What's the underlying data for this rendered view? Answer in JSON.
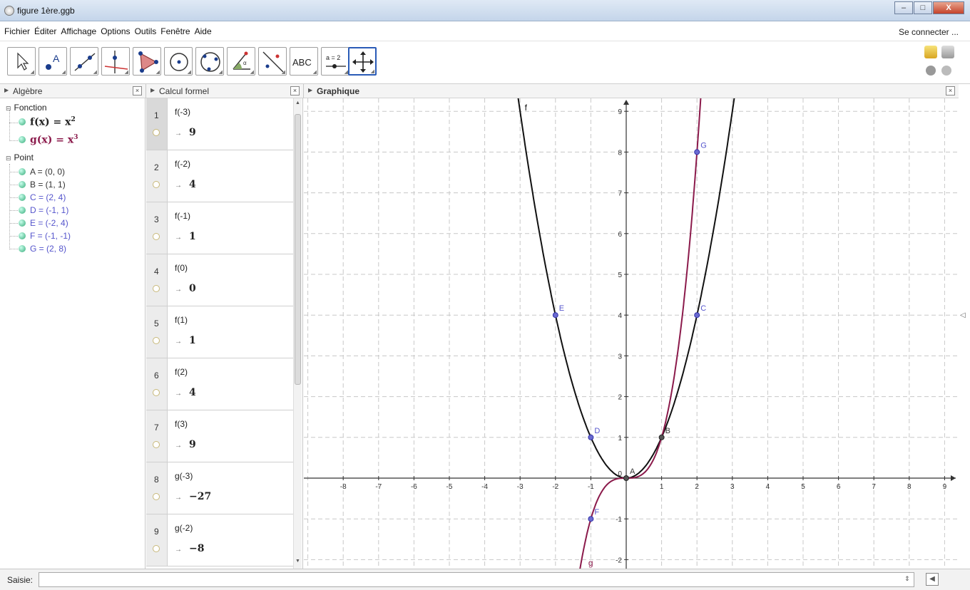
{
  "window": {
    "title": "figure 1ère.ggb",
    "ctl_min": "–",
    "ctl_max": "□",
    "ctl_close": "X"
  },
  "menu": {
    "items": [
      "Fichier",
      "Éditer",
      "Affichage",
      "Options",
      "Outils",
      "Fenêtre",
      "Aide"
    ],
    "connect": "Se connecter ..."
  },
  "toolbar": {
    "tools": [
      "move-tool",
      "point-tool",
      "line-tool",
      "perpendicular-tool",
      "polygon-tool",
      "circle-tool",
      "conic-tool",
      "angle-tool",
      "reflect-tool",
      "text-tool",
      "slider-tool",
      "move-view-tool"
    ],
    "text_label": "ABC",
    "slider_label": "a = 2"
  },
  "panels": {
    "algebra": "Algèbre",
    "cas": "Calcul formel",
    "graphics": "Graphique"
  },
  "algebra": {
    "function_group": "Fonction",
    "point_group": "Point",
    "functions": [
      {
        "name": "f(x)",
        "base": "x",
        "exp": "2",
        "color": "#222222"
      },
      {
        "name": "g(x)",
        "base": "x",
        "exp": "3",
        "color": "#8b1a4b"
      }
    ],
    "points": [
      {
        "label": "A = (0, 0)",
        "color": "#333333"
      },
      {
        "label": "B = (1, 1)",
        "color": "#333333"
      },
      {
        "label": "C = (2, 4)",
        "color": "#5555cc"
      },
      {
        "label": "D = (-1, 1)",
        "color": "#5555cc"
      },
      {
        "label": "E = (-2, 4)",
        "color": "#5555cc"
      },
      {
        "label": "F = (-1, -1)",
        "color": "#5555cc"
      },
      {
        "label": "G = (2, 8)",
        "color": "#5555cc"
      }
    ]
  },
  "cas": {
    "rows": [
      {
        "n": "1",
        "input": "f(-3)",
        "output": "9"
      },
      {
        "n": "2",
        "input": "f(-2)",
        "output": "4"
      },
      {
        "n": "3",
        "input": "f(-1)",
        "output": "1"
      },
      {
        "n": "4",
        "input": "f(0)",
        "output": "0"
      },
      {
        "n": "5",
        "input": "f(1)",
        "output": "1"
      },
      {
        "n": "6",
        "input": "f(2)",
        "output": "4"
      },
      {
        "n": "7",
        "input": "f(3)",
        "output": "9"
      },
      {
        "n": "8",
        "input": "g(-3)",
        "output": "−27"
      },
      {
        "n": "9",
        "input": "g(-2)",
        "output": "−8"
      }
    ],
    "arrow": "→"
  },
  "graph": {
    "x_ticks": [
      -8,
      -7,
      -6,
      -5,
      -4,
      -3,
      -2,
      -1,
      1,
      2,
      3,
      4,
      5,
      6,
      7,
      8,
      9
    ],
    "y_ticks": [
      -2,
      -1,
      1,
      2,
      3,
      4,
      5,
      6,
      7,
      8,
      9
    ],
    "origin_label": "0",
    "f_label": "f",
    "g_label": "g",
    "f_color": "#111111",
    "g_color": "#8b1a4b",
    "point_color": "#5555cc",
    "points": [
      {
        "name": "A",
        "x": 0,
        "y": 0
      },
      {
        "name": "B",
        "x": 1,
        "y": 1
      },
      {
        "name": "C",
        "x": 2,
        "y": 4
      },
      {
        "name": "D",
        "x": -1,
        "y": 1
      },
      {
        "name": "E",
        "x": -2,
        "y": 4
      },
      {
        "name": "F",
        "x": -1,
        "y": -1
      },
      {
        "name": "G",
        "x": 2,
        "y": 8
      }
    ]
  },
  "input_bar": {
    "label": "Saisie:",
    "placeholder": "",
    "spin": "⇕",
    "keyboard": "◀"
  }
}
